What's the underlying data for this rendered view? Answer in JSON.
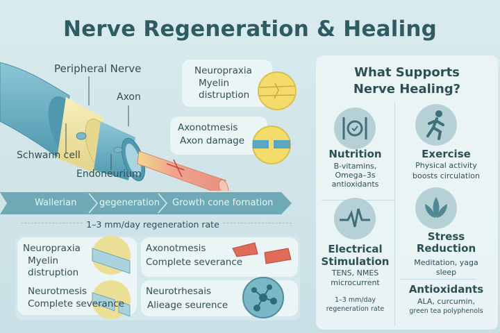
{
  "title": "Nerve Regeneration & Healing",
  "anatomy": {
    "labels": {
      "peripheral_nerve": "Peripheral Nerve",
      "axon": "Axon",
      "schwann_cell": "Schwann cell",
      "endoneurium": "Endoneurium"
    },
    "injuries": [
      {
        "name": "Neuropraxia",
        "lines": [
          "Myelin",
          "distruption"
        ]
      },
      {
        "name": "Axonotmesis",
        "lines": [
          "Axon damage"
        ]
      }
    ]
  },
  "process": {
    "steps": [
      "Wallerian",
      "gegeneration",
      "Growth cone fornation"
    ],
    "rate": "1–3 mm/day regeneration rate"
  },
  "classification": [
    {
      "name": "Neuropraxia",
      "lines": [
        "Myelin",
        "distruption"
      ]
    },
    {
      "name": "Neurotmesis",
      "lines": [
        "Complete severance"
      ]
    },
    {
      "name": "Axonotmesis",
      "lines": [
        "Complete severance"
      ]
    },
    {
      "name": "Neurotrhesais",
      "lines": [
        "Alieage seurence"
      ]
    }
  ],
  "supports": {
    "title_line1": "What Supports",
    "title_line2": "Nerve Healing?",
    "items": [
      {
        "name": "Nutrition",
        "icon": "utensils-plate-icon",
        "lines": [
          "B-vitamins,",
          "Omega–3s",
          "antioxidants"
        ]
      },
      {
        "name": "Exercise",
        "icon": "running-person-icon",
        "lines": [
          "Physical activity",
          "boosts circulation"
        ]
      },
      {
        "name_line1": "Electrical",
        "name_line2": "Stimulation",
        "icon": "heartbeat-pulse-icon",
        "lines": [
          "TENS, NMES",
          "microcurrent"
        ],
        "note": [
          "1–3 mm/day",
          "regeneration rate"
        ]
      },
      {
        "name_line1": "Stress",
        "name_line2": "Reduction",
        "icon": "lotus-icon",
        "lines": [
          "Meditation, yaga",
          "sleep"
        ]
      },
      {
        "name": "Antioxidants",
        "lines": [
          "ALA, curcumin,",
          "green tea polyphenols"
        ]
      }
    ]
  },
  "colors": {
    "title": "#2f5c63",
    "nerve_blue": "#6fb3c9",
    "myelin_yellow": "#f1e6a0",
    "axon_red": "#e8836f",
    "band": "#6ea9b5"
  }
}
